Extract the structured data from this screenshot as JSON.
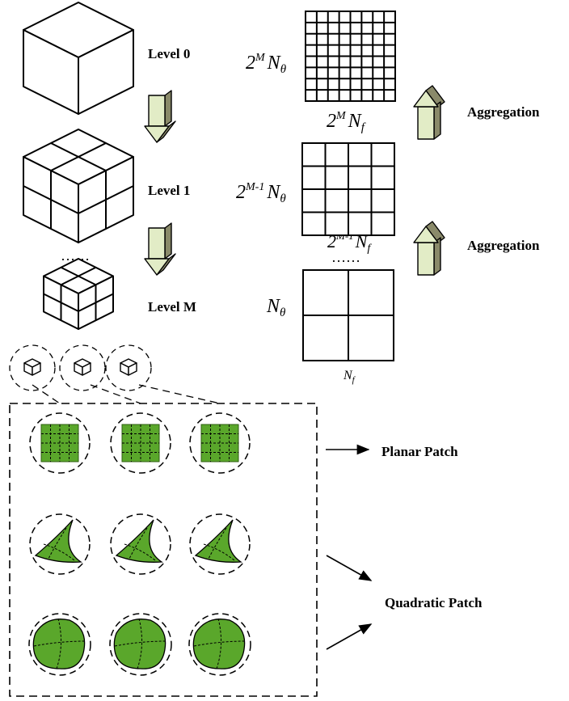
{
  "levels": [
    {
      "label": "Level 0",
      "divisions": 1,
      "grid": 8,
      "row_base": "2",
      "row_exp": "M",
      "row_sym": "N",
      "row_sub": "θ",
      "col_base": "2",
      "col_exp": "M",
      "col_sym": "N",
      "col_sub": "f"
    },
    {
      "label": "Level 1",
      "divisions": 2,
      "grid": 4,
      "row_base": "2",
      "row_exp": "M-1",
      "row_sym": "N",
      "row_sub": "θ",
      "col_base": "2",
      "col_exp": "M-1",
      "col_sym": "N",
      "col_sub": "f"
    },
    {
      "label": "Level M",
      "divisions": 2,
      "grid": 2,
      "row_base": "",
      "row_exp": "",
      "row_sym": "N",
      "row_sub": "θ",
      "col_base": "",
      "col_exp": "",
      "col_sym": "N",
      "col_sub": "f"
    }
  ],
  "ellipsis_left": "……",
  "ellipsis_right": "……",
  "aggregation_labels": [
    "Aggregation",
    "Aggregation"
  ],
  "patch_labels": {
    "planar": "Planar Patch",
    "quadratic": "Quadratic Patch"
  },
  "colors": {
    "patch_green": "#5aa72b",
    "arrow_light": "#e2ecc6",
    "arrow_dark": "#8a8a6a"
  }
}
